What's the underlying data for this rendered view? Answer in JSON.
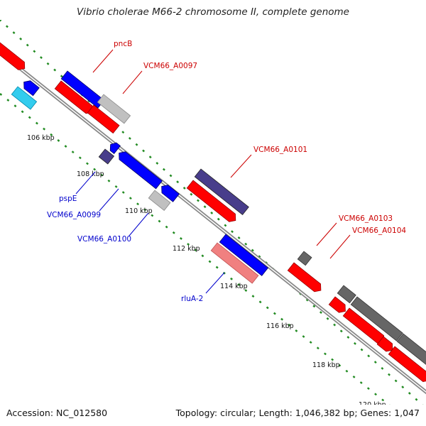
{
  "title": "Vibrio cholerae M66-2 chromosome II, complete genome",
  "footer": {
    "accession": "Accession: NC_012580",
    "summary": "Topology: circular; Length: 1,046,382 bp; Genes: 1,047"
  },
  "ticks": {
    "t106": "106 kbp",
    "t108": "108 kbp",
    "t110": "110 kbp",
    "t112": "112 kbp",
    "t114": "114 kbp",
    "t116": "116 kbp",
    "t118": "118 kbp",
    "t120": "120 kbp"
  },
  "genes": {
    "pncB": "pncB",
    "a0097": "VCM66_A0097",
    "a0101": "VCM66_A0101",
    "a0103": "VCM66_A0103",
    "a0104": "VCM66_A0104",
    "pspE": "pspE",
    "a0099": "VCM66_A0099",
    "a0100": "VCM66_A0100",
    "rluA": "rluA-2"
  },
  "colors": {
    "forward_label": "#cc0000",
    "reverse_label": "#0000cc",
    "red": "#ff0000",
    "blue": "#0000ff",
    "grey": "#c0c0c0",
    "dark_grey": "#666666",
    "navy": "#483d8b",
    "cyan": "#33ccee",
    "pink": "#f08080",
    "tick": "#228b22",
    "backbone": "#888888"
  }
}
